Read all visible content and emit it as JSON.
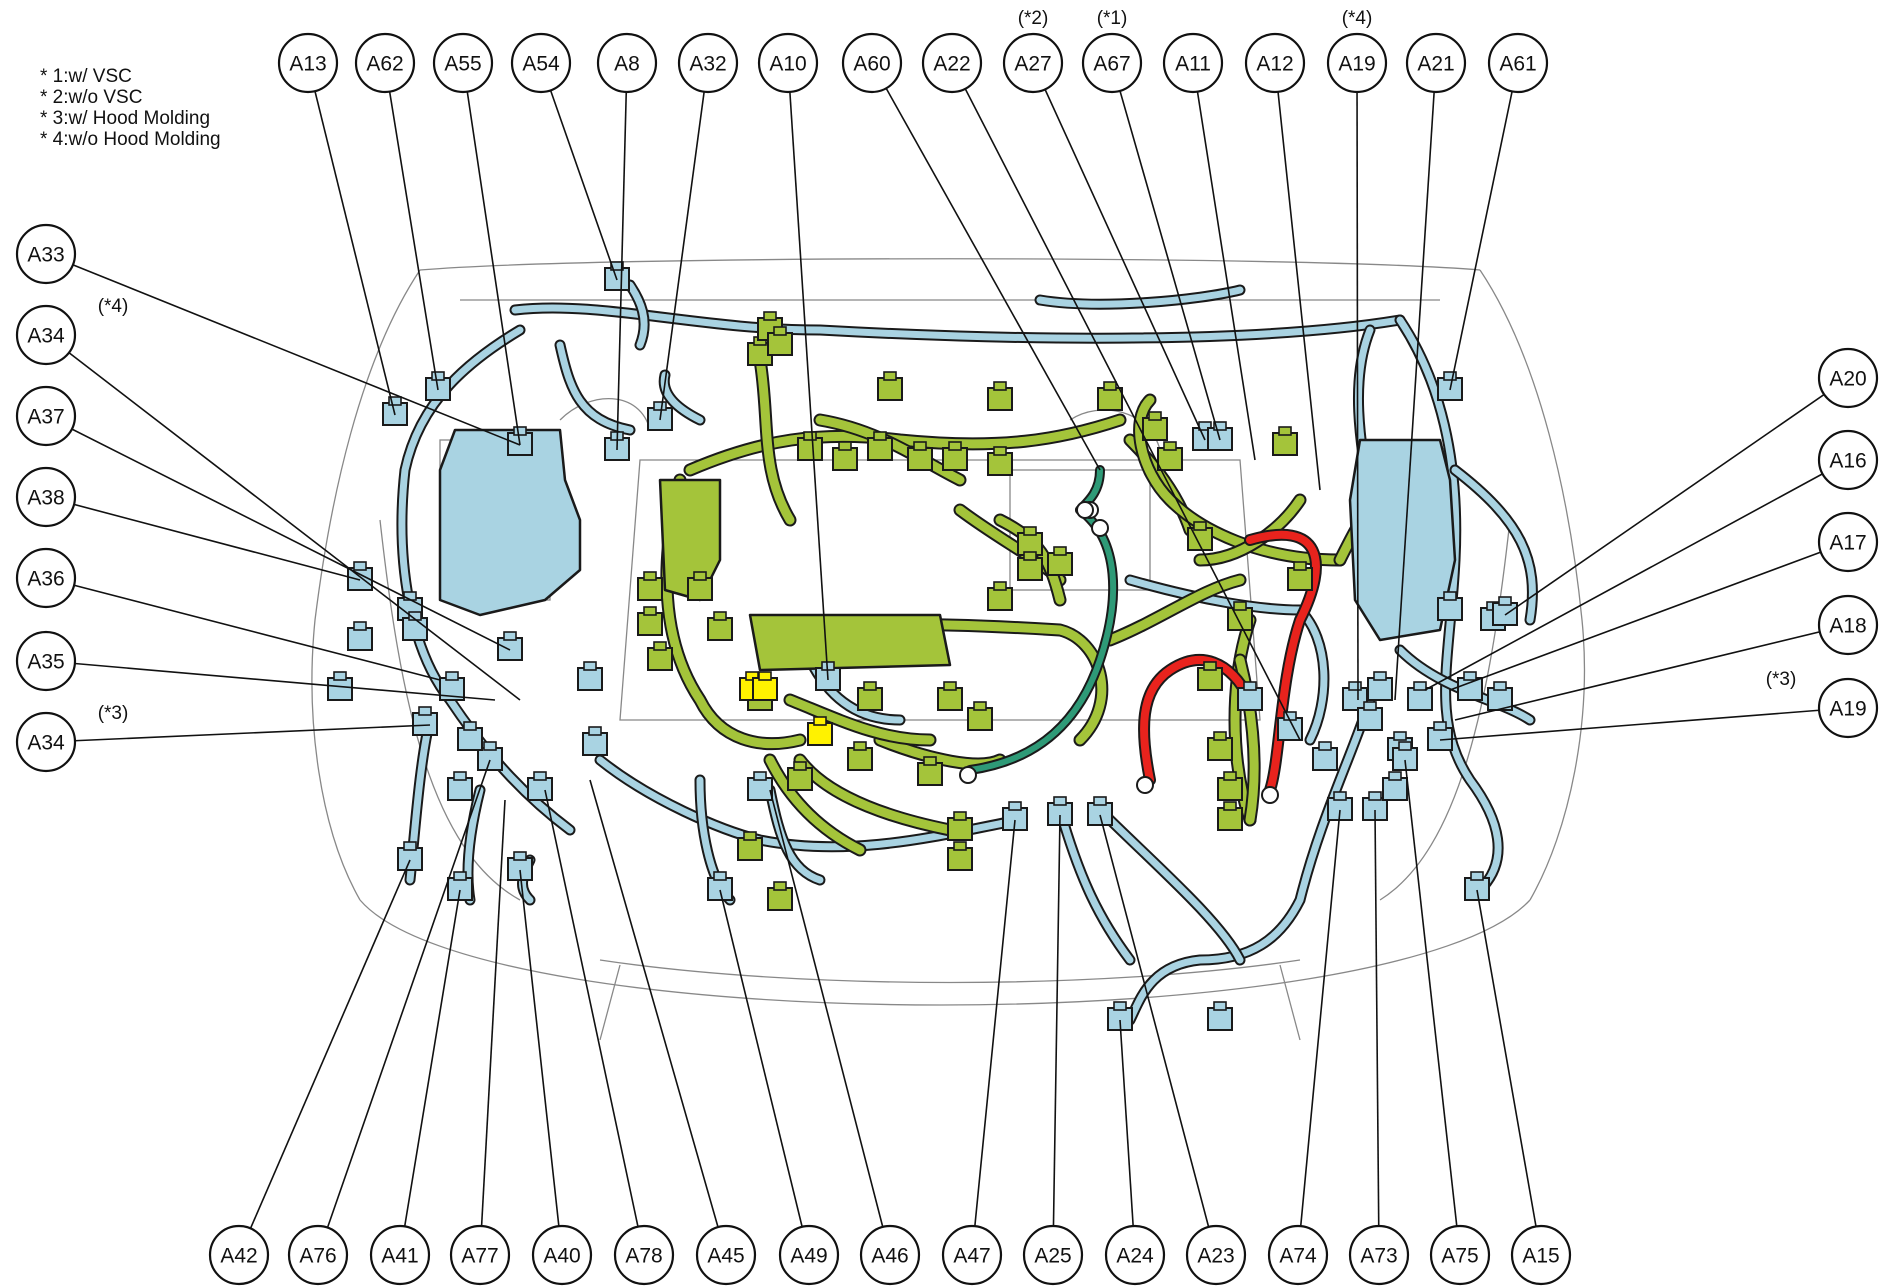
{
  "legend": {
    "lines": [
      "* 1:w/ VSC",
      "* 2:w/o VSC",
      "* 3:w/ Hood Molding",
      "* 4:w/o Hood Molding"
    ]
  },
  "colors": {
    "engine_room_harness": "#a9d3e2",
    "engine_wire": "#a4c43a",
    "battery_cable": "#e8231d",
    "ground_cable": "#2e9a77",
    "connector_yellow": "#fff200",
    "outline": "#1a1a1a"
  },
  "connectors": {
    "top": [
      {
        "id": "A13"
      },
      {
        "id": "A62"
      },
      {
        "id": "A55"
      },
      {
        "id": "A54"
      },
      {
        "id": "A8"
      },
      {
        "id": "A32"
      },
      {
        "id": "A10"
      },
      {
        "id": "A60"
      },
      {
        "id": "A22"
      },
      {
        "id": "A27",
        "note": "(*2)"
      },
      {
        "id": "A67",
        "note": "(*1)"
      },
      {
        "id": "A11"
      },
      {
        "id": "A12"
      },
      {
        "id": "A19",
        "note": "(*4)"
      },
      {
        "id": "A21"
      },
      {
        "id": "A61"
      }
    ],
    "left": [
      {
        "id": "A33"
      },
      {
        "id": "A34",
        "note": "(*4)"
      },
      {
        "id": "A37"
      },
      {
        "id": "A38"
      },
      {
        "id": "A36"
      },
      {
        "id": "A35"
      },
      {
        "id": "A34",
        "note": "(*3)"
      }
    ],
    "right": [
      {
        "id": "A20"
      },
      {
        "id": "A16"
      },
      {
        "id": "A17"
      },
      {
        "id": "A18"
      },
      {
        "id": "A19",
        "note": "(*3)"
      }
    ],
    "bottom": [
      {
        "id": "A42"
      },
      {
        "id": "A76"
      },
      {
        "id": "A41"
      },
      {
        "id": "A77"
      },
      {
        "id": "A40"
      },
      {
        "id": "A78"
      },
      {
        "id": "A45"
      },
      {
        "id": "A49"
      },
      {
        "id": "A46"
      },
      {
        "id": "A47"
      },
      {
        "id": "A25"
      },
      {
        "id": "A24"
      },
      {
        "id": "A23"
      },
      {
        "id": "A74"
      },
      {
        "id": "A73"
      },
      {
        "id": "A75"
      },
      {
        "id": "A15"
      }
    ]
  }
}
